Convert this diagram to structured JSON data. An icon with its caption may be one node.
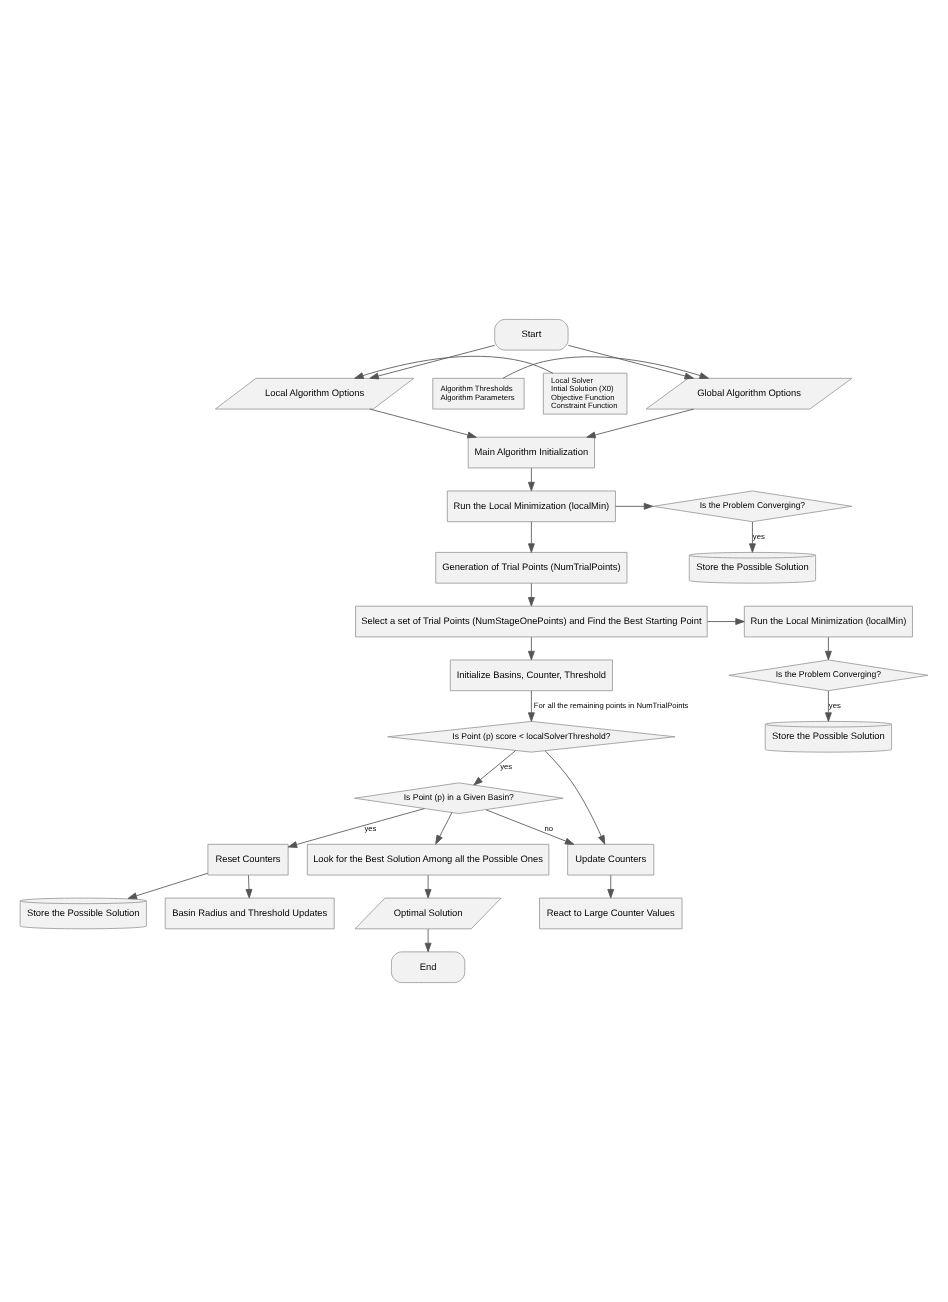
{
  "diagram": {
    "nodes": [
      {
        "text": [
          "Start"
        ]
      },
      {
        "text": [
          "Local Solver",
          "Intial Solution (X0)",
          "Objective Function",
          "Constraint Function"
        ]
      },
      {
        "text": [
          "Local Algorithm Options"
        ]
      },
      {
        "text": [
          "Global Algorithm Options"
        ]
      },
      {
        "text": [
          "Algorithm Thresholds",
          "Algorithm Parameters"
        ]
      },
      {
        "text": [
          "Main Algorithm Initialization"
        ]
      },
      {
        "text": [
          "Run the Local Minimization (localMin)"
        ]
      },
      {
        "text": [
          "Is the Problem Converging?"
        ]
      },
      {
        "text": [
          "Store the Possible Solution"
        ]
      },
      {
        "text": [
          "Generation of Trial Points (NumTrialPoints)"
        ]
      },
      {
        "text": [
          "Select a set of Trial Points (NumStageOnePoints) and Find the Best Starting Point"
        ]
      },
      {
        "text": [
          "Run the Local Minimization (localMin)"
        ]
      },
      {
        "text": [
          "Is the Problem Converging?"
        ]
      },
      {
        "text": [
          "Store the Possible Solution"
        ]
      },
      {
        "text": [
          "Initialize Basins, Counter, Threshold"
        ]
      },
      {
        "text": [
          "Is Point (p) score < localSolverThreshold?"
        ]
      },
      {
        "text": [
          "Is Point (p) in a Given Basin?"
        ]
      },
      {
        "text": [
          "Update Counters"
        ]
      },
      {
        "text": [
          "Reset Counters"
        ]
      },
      {
        "text": [
          "React to Large Counter Values"
        ]
      },
      {
        "text": [
          "Look for the Best Solution Among all the Possible Ones"
        ]
      },
      {
        "text": [
          "Basin Radius and Threshold Updates"
        ]
      },
      {
        "text": [
          "Store the Possible Solution"
        ]
      },
      {
        "text": [
          "Optimal Solution"
        ]
      },
      {
        "text": [
          "End"
        ]
      }
    ],
    "edges": [
      {
        "from": 0,
        "to": 2,
        "arrow": "to"
      },
      {
        "from": 0,
        "to": 3,
        "arrow": "to"
      },
      {
        "from": 1,
        "to": 2,
        "arrow": "to"
      },
      {
        "from": 4,
        "to": 3,
        "arrow": "to"
      },
      {
        "from": 2,
        "to": 5,
        "arrow": "to"
      },
      {
        "from": 3,
        "to": 5,
        "arrow": "to"
      },
      {
        "from": 5,
        "to": 6,
        "arrow": "to"
      },
      {
        "from": 6,
        "to": 7,
        "arrow": "to"
      },
      {
        "from": 7,
        "to": 8,
        "arrow": "to",
        "label": "yes"
      },
      {
        "from": 6,
        "to": 9,
        "arrow": "to"
      },
      {
        "from": 9,
        "to": 10,
        "arrow": "to"
      },
      {
        "from": 10,
        "to": 11,
        "arrow": "to"
      },
      {
        "from": 11,
        "to": 12,
        "arrow": "to"
      },
      {
        "from": 12,
        "to": 13,
        "arrow": "to",
        "label": "yes"
      },
      {
        "from": 10,
        "to": 14,
        "arrow": "to"
      },
      {
        "from": 14,
        "to": 15,
        "arrow": "to",
        "label": "For all the remaining points in NumTrialPoints"
      },
      {
        "from": 15,
        "to": 16,
        "arrow": "to",
        "label": "yes"
      },
      {
        "from": 15,
        "to": 17,
        "arrow": "to"
      },
      {
        "from": 16,
        "to": 17,
        "arrow": "to",
        "label": "no"
      },
      {
        "from": 16,
        "to": 18,
        "arrow": "to",
        "label": "yes"
      },
      {
        "from": 16,
        "to": 20,
        "arrow": "to"
      },
      {
        "from": 17,
        "to": 19,
        "arrow": "to"
      },
      {
        "from": 18,
        "to": 21,
        "arrow": "to"
      },
      {
        "from": 18,
        "to": 22,
        "arrow": "to"
      },
      {
        "from": 20,
        "to": 23,
        "arrow": "to"
      },
      {
        "from": 23,
        "to": 24,
        "arrow": "to"
      }
    ]
  }
}
